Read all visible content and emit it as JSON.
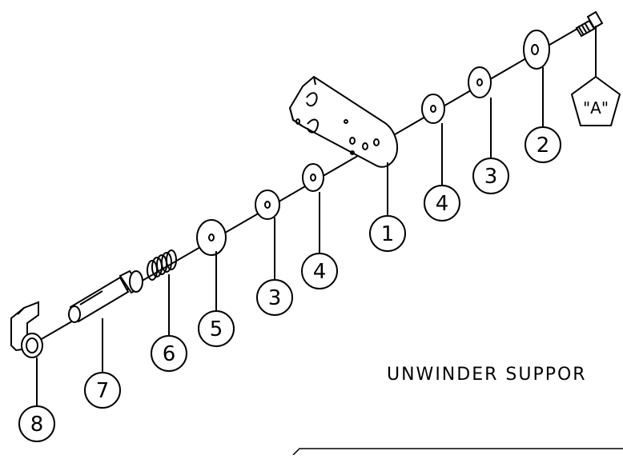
{
  "drawing": {
    "title": "UNWINDER SUPPOR",
    "callouts": [
      {
        "label": "1"
      },
      {
        "label": "2"
      },
      {
        "label": "3"
      },
      {
        "label": "3"
      },
      {
        "label": "4"
      },
      {
        "label": "4"
      },
      {
        "label": "5"
      },
      {
        "label": "6"
      },
      {
        "label": "7"
      },
      {
        "label": "8"
      }
    ],
    "fastener_tag": "\"A\""
  }
}
